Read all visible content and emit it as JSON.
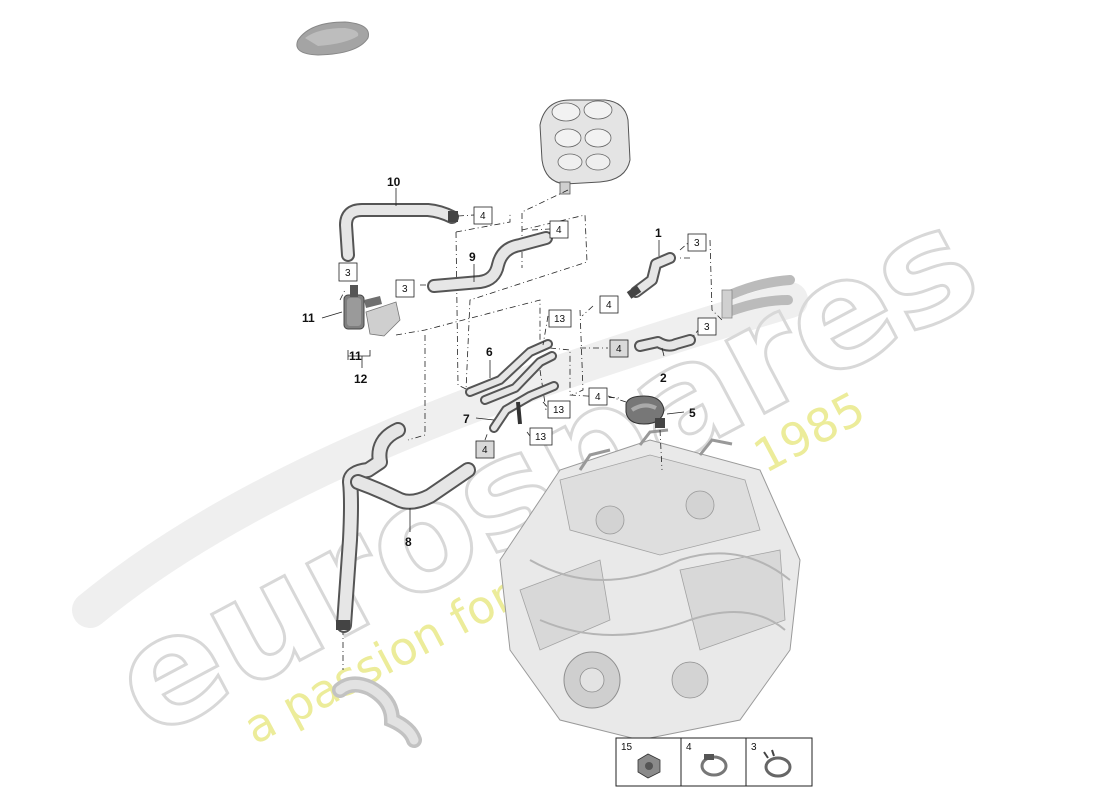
{
  "watermark": {
    "brand": "eurospares",
    "tagline": "a passion for parts since 1985"
  },
  "callouts": [
    {
      "id": "c1",
      "label": "1"
    },
    {
      "id": "c2",
      "label": "2"
    },
    {
      "id": "c5",
      "label": "5"
    },
    {
      "id": "c6",
      "label": "6"
    },
    {
      "id": "c7",
      "label": "7"
    },
    {
      "id": "c8",
      "label": "8"
    },
    {
      "id": "c9",
      "label": "9"
    },
    {
      "id": "c10",
      "label": "10"
    },
    {
      "id": "c11",
      "label": "11"
    },
    {
      "id": "c11b",
      "label": "11"
    },
    {
      "id": "c12",
      "label": "12"
    }
  ],
  "boxed_refs": [
    {
      "id": "b1",
      "label": "4"
    },
    {
      "id": "b2",
      "label": "4"
    },
    {
      "id": "b3",
      "label": "3"
    },
    {
      "id": "b4",
      "label": "3"
    },
    {
      "id": "b5",
      "label": "3"
    },
    {
      "id": "b6",
      "label": "4"
    },
    {
      "id": "b7",
      "label": "3"
    },
    {
      "id": "b8",
      "label": "13"
    },
    {
      "id": "b9",
      "label": "4"
    },
    {
      "id": "b10",
      "label": "4"
    },
    {
      "id": "b11",
      "label": "13"
    },
    {
      "id": "b12",
      "label": "13"
    },
    {
      "id": "b13",
      "label": "4"
    }
  ],
  "legend": [
    {
      "label": "15",
      "icon": "nut-icon"
    },
    {
      "label": "4",
      "icon": "hose-clamp-icon"
    },
    {
      "label": "3",
      "icon": "spring-clamp-icon"
    }
  ]
}
